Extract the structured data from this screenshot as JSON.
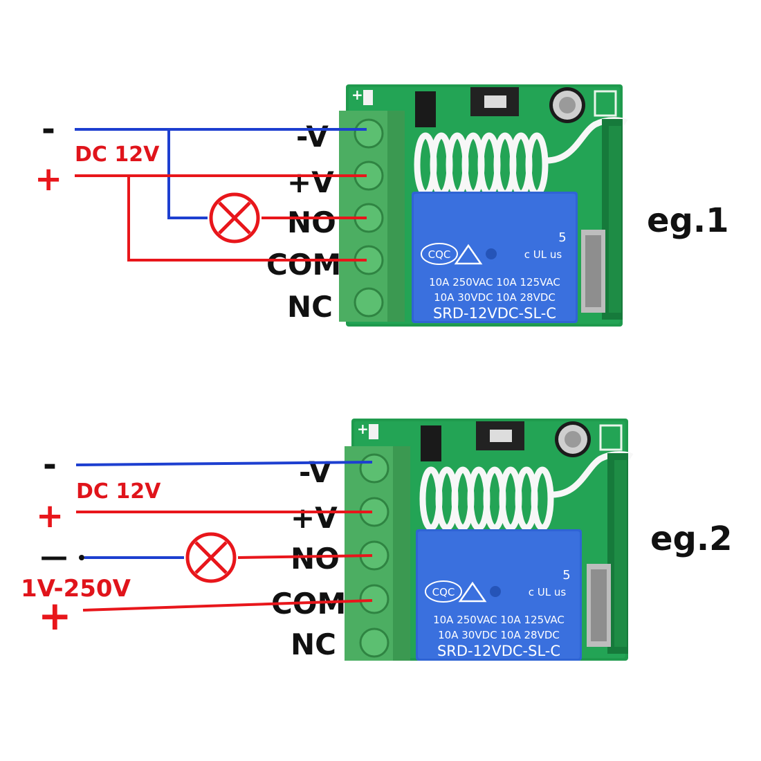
{
  "colors": {
    "positive_wire": "#e8161b",
    "negative_wire": "#1d3fd0",
    "pcb": "#1f9a4d",
    "terminal_block": "#4cae62",
    "relay": "#2f64d4"
  },
  "terminal_labels": [
    "-V",
    "+V",
    "NO",
    "COM",
    "NC"
  ],
  "pcb_marking": "+",
  "relay": {
    "cert_mark": "CQC",
    "ul_mark": "c UL us",
    "number": "5",
    "rating_line1": "10A 250VAC  10A 125VAC",
    "rating_line2": "10A 30VDC  10A 28VDC",
    "model": "SRD-12VDC-SL-C"
  },
  "examples": [
    {
      "label": "eg.1",
      "supply_minus": "-",
      "supply_plus": "+",
      "supply_voltage": "DC 12V",
      "load_icon": "lamp-icon"
    },
    {
      "label": "eg.2",
      "supply_minus": "-",
      "supply_plus": "+",
      "supply_voltage": "DC 12V",
      "load_minus": "—",
      "load_plus": "+",
      "load_voltage": "1V-250V",
      "load_icon": "lamp-icon"
    }
  ]
}
